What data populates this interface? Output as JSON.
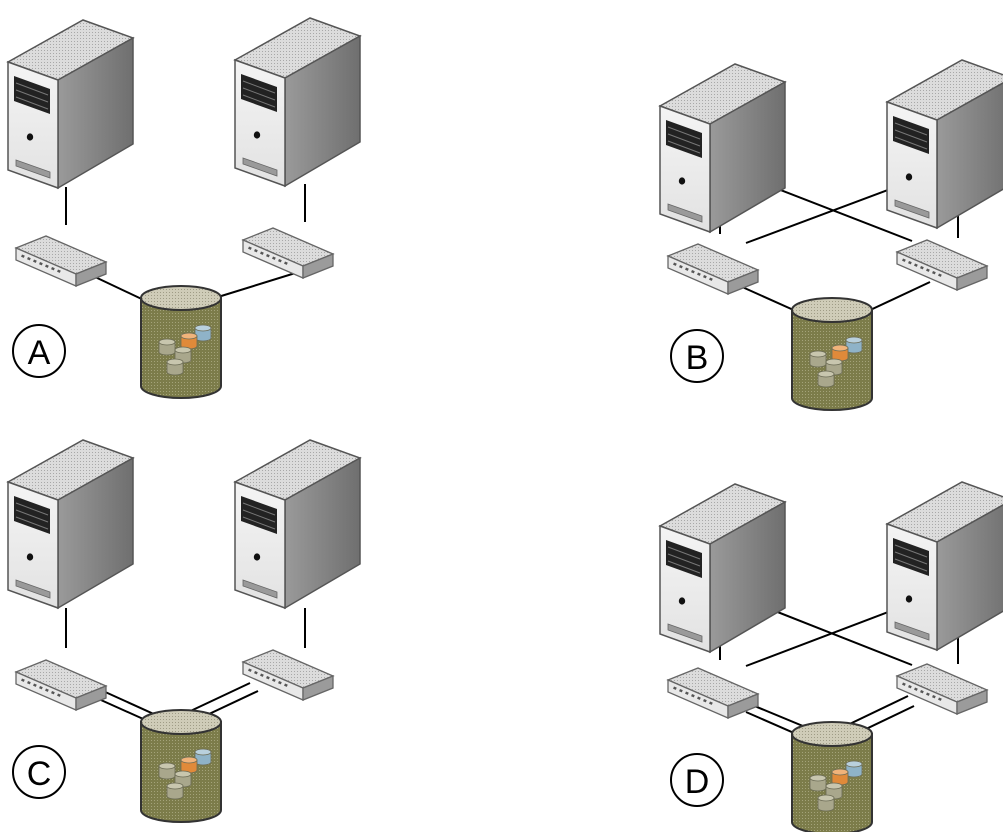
{
  "diagrams": [
    {
      "id": "A",
      "label": "A",
      "topology": "single-path"
    },
    {
      "id": "B",
      "label": "B",
      "topology": "cross-connected-servers"
    },
    {
      "id": "C",
      "label": "C",
      "topology": "cross-connected-storage"
    },
    {
      "id": "D",
      "label": "D",
      "topology": "fully-cross-connected"
    }
  ],
  "colors": {
    "server_light": "#ececec",
    "server_mid": "#bdbdbd",
    "server_dark": "#7a7a7a",
    "switch": "#e6e6e6",
    "storage": "#7a7a4a",
    "storage_top": "#c9c6b4",
    "disk_orange": "#e08a3a",
    "disk_blue": "#8fb3c8",
    "line": "#000000"
  }
}
